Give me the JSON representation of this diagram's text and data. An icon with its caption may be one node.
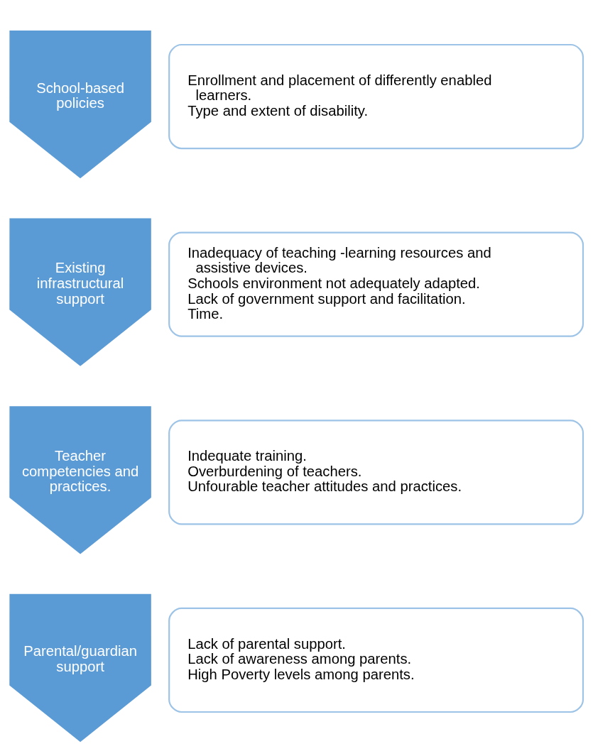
{
  "diagram": {
    "nodes": [
      {
        "text": [
          "School-based policies"
        ]
      },
      {
        "text": [
          "Enrollment and placement of differently enabled learners.",
          "Type and extent of disability."
        ]
      },
      {
        "text": [
          "Existing infrastructural support"
        ]
      },
      {
        "text": [
          "Inadequacy of teaching -learning resources and assistive devices.",
          "Schools environment not adequately adapted.",
          "Lack of government support and facilitation.",
          "Time."
        ]
      },
      {
        "text": [
          "Teacher competencies and practices."
        ]
      },
      {
        "text": [
          "Indequate training.",
          "Overburdening of teachers.",
          "Unfourable teacher attitudes and practices."
        ]
      },
      {
        "text": [
          "Parental/guardian support"
        ]
      },
      {
        "text": [
          "Lack of parental support.",
          "Lack of awareness among parents.",
          "High Poverty levels among parents."
        ]
      }
    ],
    "edges": []
  }
}
